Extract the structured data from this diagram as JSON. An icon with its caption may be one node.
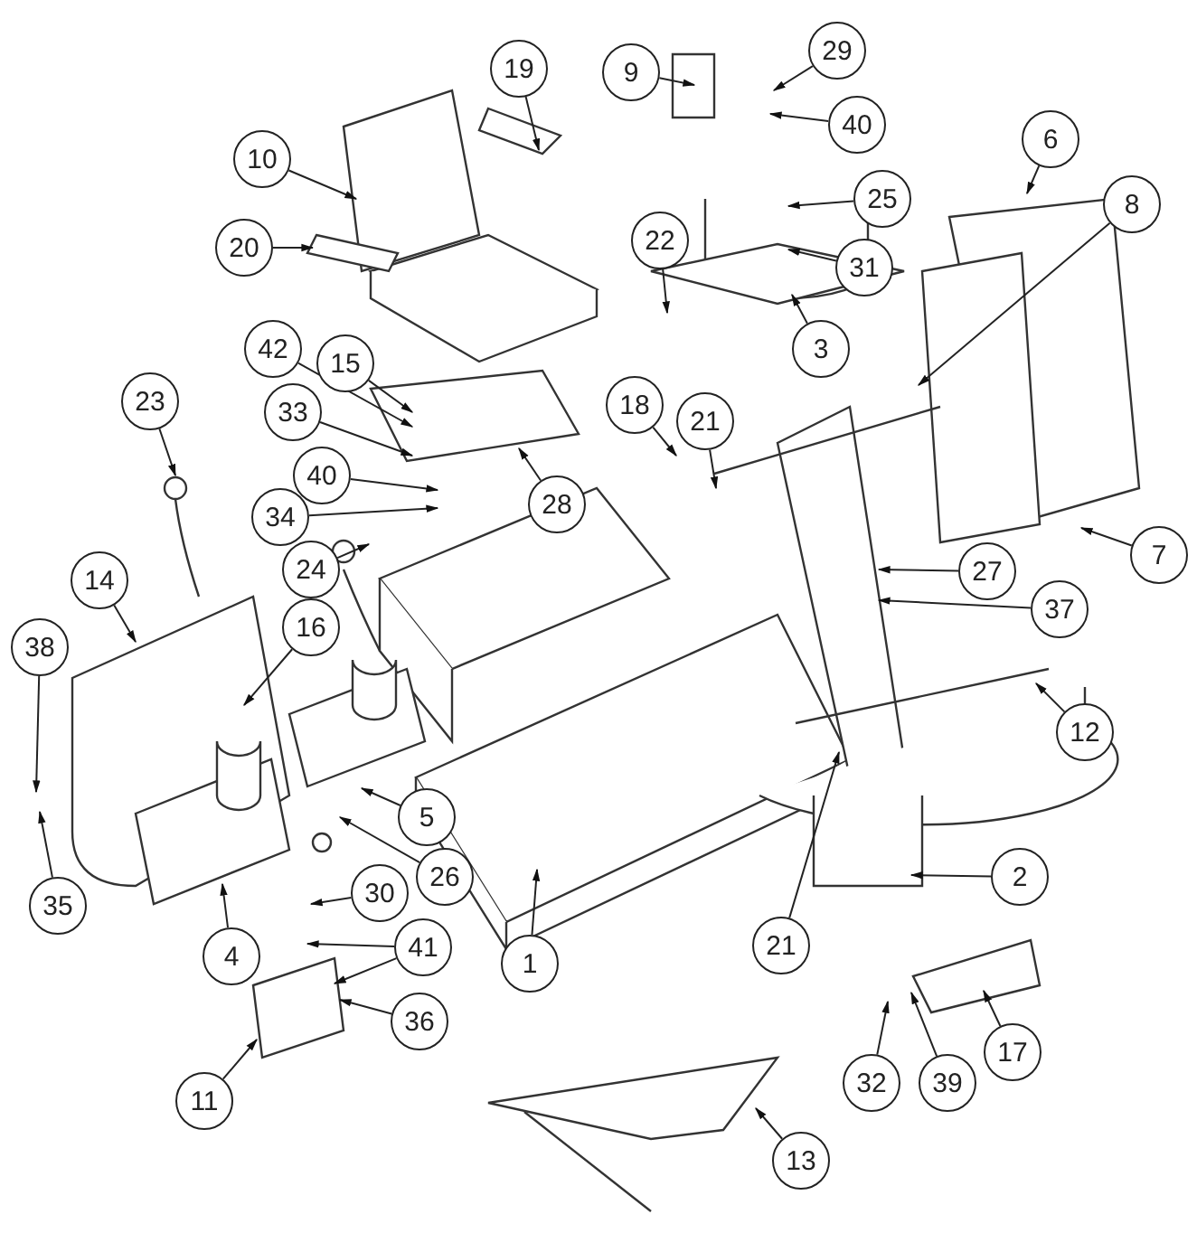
{
  "diagram": {
    "nodes": [
      {
        "text": [
          "29"
        ]
      },
      {
        "text": [
          "19"
        ]
      },
      {
        "text": [
          "9"
        ]
      },
      {
        "text": [
          "40"
        ]
      },
      {
        "text": [
          "6"
        ]
      },
      {
        "text": [
          "10"
        ]
      },
      {
        "text": [
          "25"
        ]
      },
      {
        "text": [
          "8"
        ]
      },
      {
        "text": [
          "22"
        ]
      },
      {
        "text": [
          "20"
        ]
      },
      {
        "text": [
          "31"
        ]
      },
      {
        "text": [
          "3"
        ]
      },
      {
        "text": [
          "42"
        ]
      },
      {
        "text": [
          "15"
        ]
      },
      {
        "text": [
          "23"
        ]
      },
      {
        "text": [
          "18"
        ]
      },
      {
        "text": [
          "33"
        ]
      },
      {
        "text": [
          "21"
        ]
      },
      {
        "text": [
          "40"
        ]
      },
      {
        "text": [
          "28"
        ]
      },
      {
        "text": [
          "34"
        ]
      },
      {
        "text": [
          "7"
        ]
      },
      {
        "text": [
          "24"
        ]
      },
      {
        "text": [
          "27"
        ]
      },
      {
        "text": [
          "14"
        ]
      },
      {
        "text": [
          "37"
        ]
      },
      {
        "text": [
          "16"
        ]
      },
      {
        "text": [
          "38"
        ]
      },
      {
        "text": [
          "12"
        ]
      },
      {
        "text": [
          "5"
        ]
      },
      {
        "text": [
          "26"
        ]
      },
      {
        "text": [
          "2"
        ]
      },
      {
        "text": [
          "30"
        ]
      },
      {
        "text": [
          "35"
        ]
      },
      {
        "text": [
          "41"
        ]
      },
      {
        "text": [
          "21"
        ]
      },
      {
        "text": [
          "4"
        ]
      },
      {
        "text": [
          "1"
        ]
      },
      {
        "text": [
          "36"
        ]
      },
      {
        "text": [
          "17"
        ]
      },
      {
        "text": [
          "32"
        ]
      },
      {
        "text": [
          "39"
        ]
      },
      {
        "text": [
          "11"
        ]
      },
      {
        "text": [
          "13"
        ]
      }
    ],
    "edges": [
      {
        "from": 0,
        "to": null,
        "arrow": "to"
      },
      {
        "from": 1,
        "to": null,
        "arrow": "to"
      },
      {
        "from": 2,
        "to": null,
        "arrow": "to"
      },
      {
        "from": 3,
        "to": null,
        "arrow": "to"
      },
      {
        "from": 4,
        "to": null,
        "arrow": "to"
      },
      {
        "from": 5,
        "to": null,
        "arrow": "to"
      },
      {
        "from": 6,
        "to": null,
        "arrow": "to"
      },
      {
        "from": 7,
        "to": null,
        "arrow": "to"
      },
      {
        "from": 8,
        "to": null,
        "arrow": "to"
      },
      {
        "from": 9,
        "to": null,
        "arrow": "to"
      },
      {
        "from": 10,
        "to": null,
        "arrow": "to"
      },
      {
        "from": 11,
        "to": null,
        "arrow": "to"
      },
      {
        "from": 12,
        "to": null,
        "arrow": "to"
      },
      {
        "from": 13,
        "to": null,
        "arrow": "to"
      },
      {
        "from": 14,
        "to": null,
        "arrow": "to"
      },
      {
        "from": 15,
        "to": null,
        "arrow": "to"
      },
      {
        "from": 16,
        "to": null,
        "arrow": "to"
      },
      {
        "from": 17,
        "to": null,
        "arrow": "to"
      },
      {
        "from": 18,
        "to": null,
        "arrow": "to"
      },
      {
        "from": 19,
        "to": null,
        "arrow": "to"
      },
      {
        "from": 20,
        "to": null,
        "arrow": "to"
      },
      {
        "from": 21,
        "to": null,
        "arrow": "to"
      },
      {
        "from": 22,
        "to": null,
        "arrow": "to"
      },
      {
        "from": 23,
        "to": null,
        "arrow": "to"
      },
      {
        "from": 24,
        "to": null,
        "arrow": "to"
      },
      {
        "from": 25,
        "to": null,
        "arrow": "to"
      },
      {
        "from": 26,
        "to": null,
        "arrow": "to"
      },
      {
        "from": 27,
        "to": null,
        "arrow": "to"
      },
      {
        "from": 28,
        "to": null,
        "arrow": "to"
      },
      {
        "from": 29,
        "to": null,
        "arrow": "to"
      },
      {
        "from": 30,
        "to": null,
        "arrow": "to"
      },
      {
        "from": 31,
        "to": null,
        "arrow": "to"
      },
      {
        "from": 32,
        "to": null,
        "arrow": "to"
      },
      {
        "from": 33,
        "to": null,
        "arrow": "to"
      },
      {
        "from": 34,
        "to": null,
        "arrow": "to"
      },
      {
        "from": 34,
        "to": null,
        "arrow": "to"
      },
      {
        "from": 35,
        "to": null,
        "arrow": "to"
      },
      {
        "from": 36,
        "to": null,
        "arrow": "to"
      },
      {
        "from": 37,
        "to": null,
        "arrow": "to"
      },
      {
        "from": 38,
        "to": null,
        "arrow": "to"
      },
      {
        "from": 39,
        "to": null,
        "arrow": "to"
      },
      {
        "from": 40,
        "to": null,
        "arrow": "to"
      },
      {
        "from": 41,
        "to": null,
        "arrow": "to"
      },
      {
        "from": 42,
        "to": null,
        "arrow": "to"
      },
      {
        "from": 43,
        "to": null,
        "arrow": "to"
      }
    ]
  }
}
